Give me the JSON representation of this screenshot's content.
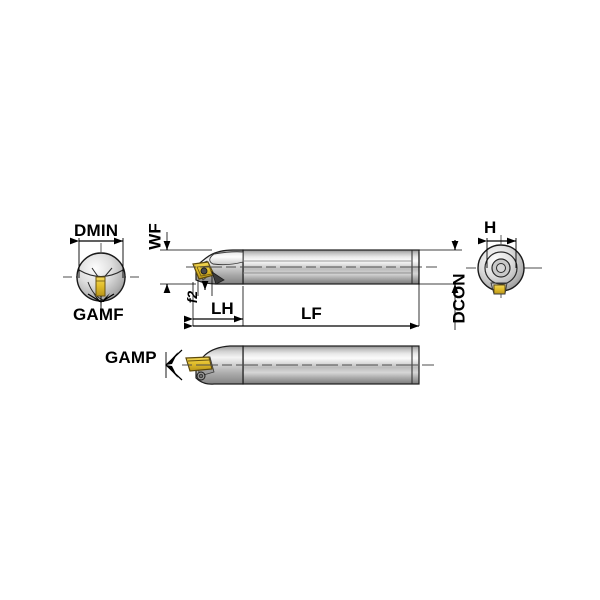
{
  "drawing": {
    "title": "Boring bar technical dimension drawing",
    "background_color": "#ffffff",
    "line_color": "#000000",
    "insert_color": "#e8c431",
    "insert_dark_color": "#8a6d12",
    "body_light": "#f2f2f2",
    "body_mid": "#b8b8b8",
    "body_dark": "#6e6e6e",
    "centerline_color": "#555555",
    "views": [
      {
        "name": "front-end-view",
        "description": "Circular front view with insert, left side"
      },
      {
        "name": "side-view-upper",
        "description": "Side elevation of boring bar with insert at left"
      },
      {
        "name": "side-view-lower",
        "description": "Rotated side elevation showing rake angle GAMP"
      },
      {
        "name": "rear-end-view",
        "description": "Circular end view at right showing shank bore and insert"
      }
    ]
  },
  "dimensions": {
    "dmin": "DMIN",
    "gamf": "GAMF",
    "wf": "WF",
    "f2": "f2",
    "lh": "LH",
    "lf": "LF",
    "dcon": "DCON",
    "h": "H",
    "gamp": "GAMP"
  }
}
